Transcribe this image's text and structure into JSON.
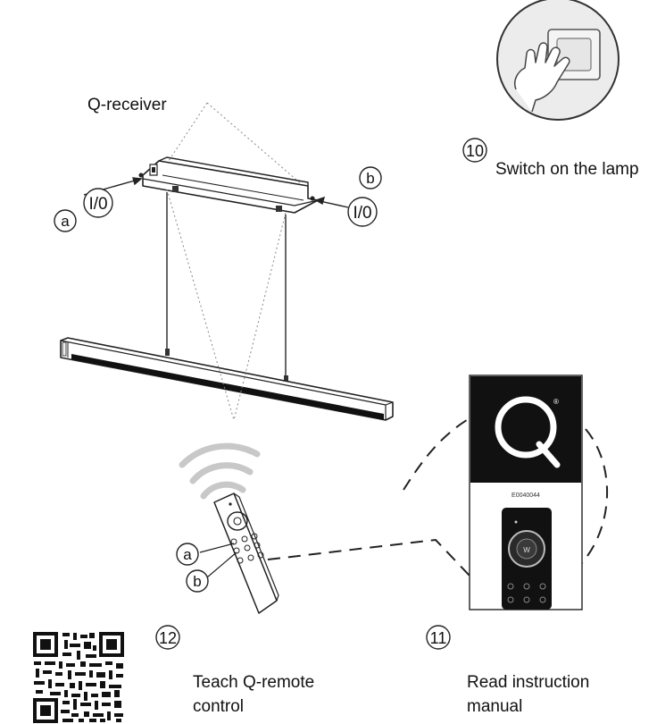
{
  "labels": {
    "q_receiver": "Q-receiver",
    "switch_on": "Switch on the lamp",
    "teach_remote": "Teach Q-remote control",
    "read_manual": "Read instruction manual",
    "a": "a",
    "b": "b",
    "io": "I/0"
  },
  "steps": {
    "step10": "10",
    "step11": "11",
    "step12": "12"
  },
  "manual": {
    "code": "E0040044",
    "logo": "Q",
    "registered": "®",
    "wheel_letter": "W"
  },
  "icons": [
    "hand-pressing-switch-icon",
    "infrared-signal-icon",
    "qr-code-icon"
  ]
}
